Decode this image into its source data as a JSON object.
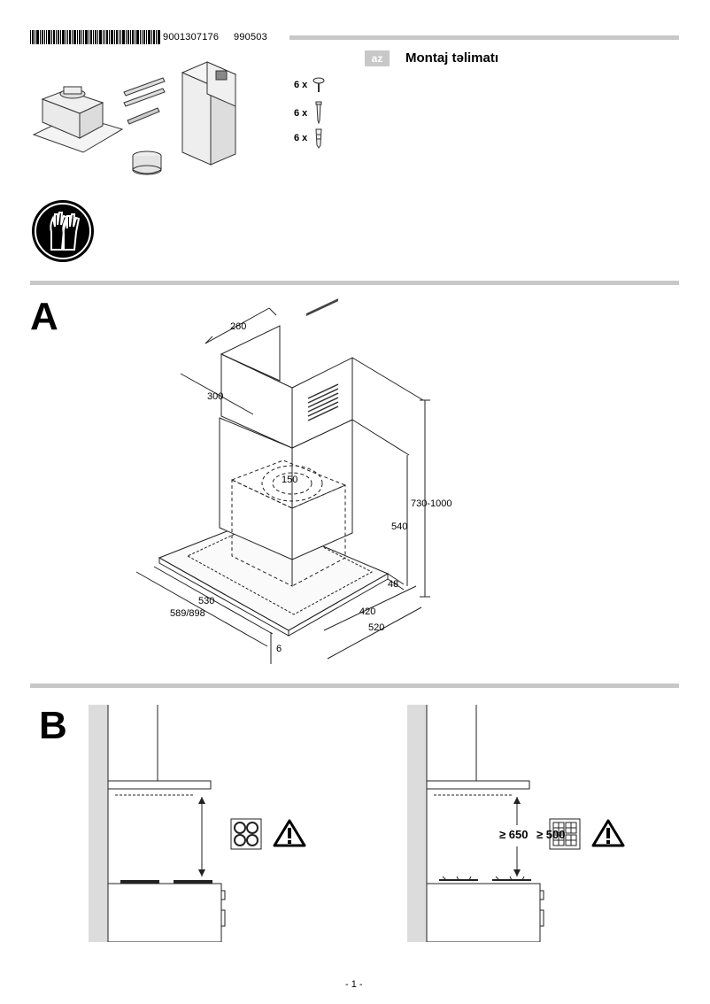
{
  "header": {
    "barcode_number": "9001307176",
    "doc_code": "990503",
    "language_code": "az",
    "title": "Montaj təlimatı"
  },
  "parts": [
    {
      "quantity": "6 x",
      "icon": "screw-icon"
    },
    {
      "quantity": "6 x",
      "icon": "wood-screw-icon"
    },
    {
      "quantity": "6 x",
      "icon": "wall-plug-icon"
    }
  ],
  "safety_icon": "gloves-icon",
  "section_a": {
    "letter": "A",
    "dimensions": {
      "chimney_depth": "260",
      "chimney_width": "300",
      "outlet_diameter": "150",
      "height_range": "730-1000",
      "hood_height": "540",
      "canopy_thickness": "48",
      "inner_width": "530",
      "outer_width": "589/898",
      "inner_depth": "420",
      "outer_depth": "520",
      "edge": "6"
    }
  },
  "section_b": {
    "letter": "B",
    "clearance_electric": "≥ 650",
    "clearance_gas": "≥ 500",
    "icons": [
      "electric-hob-icon",
      "warning-icon",
      "gas-hob-icon",
      "warning-icon"
    ]
  },
  "footer": {
    "page_number": "- 1 -"
  }
}
